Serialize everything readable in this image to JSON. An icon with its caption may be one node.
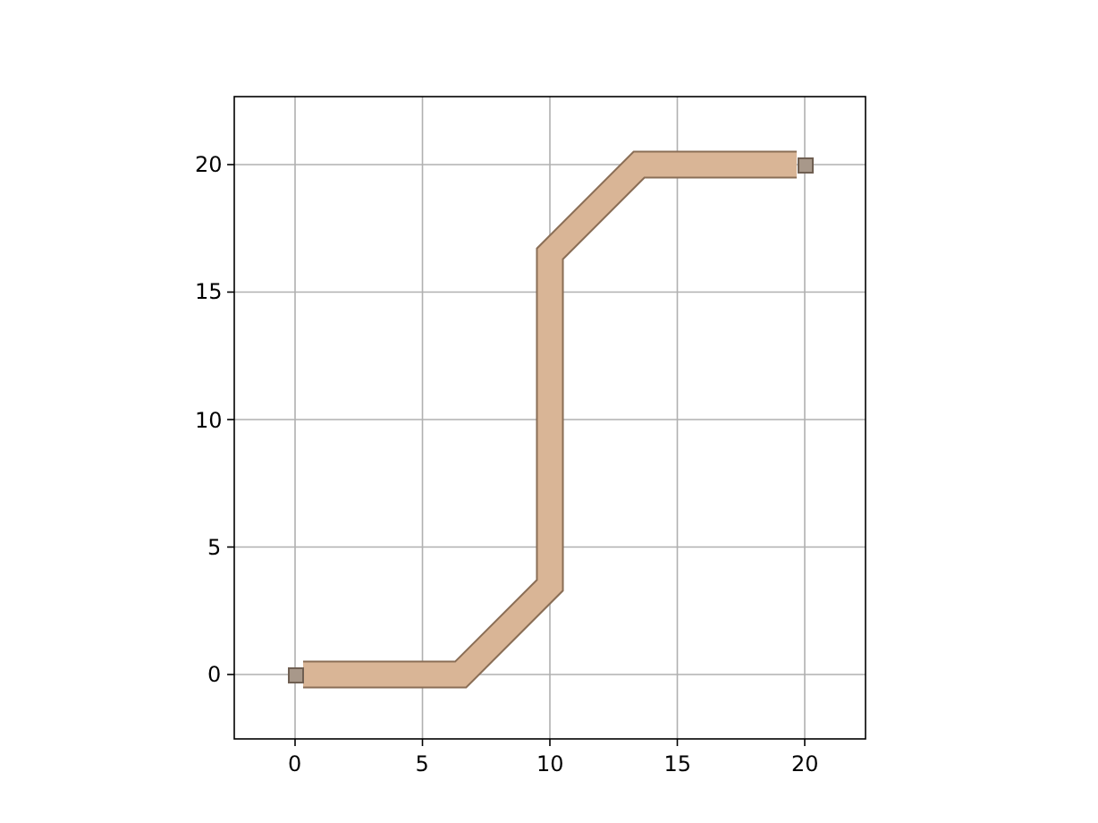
{
  "diagram": {
    "nodes": [
      {
        "text": [],
        "shape": "box"
      },
      {
        "text": [],
        "shape": "box"
      }
    ],
    "edges": [
      {
        "from": 0,
        "to": 1,
        "arrow": "none"
      }
    ],
    "labels": [
      "20",
      "15",
      "10",
      "5",
      "0",
      "0",
      "5",
      "10",
      "15",
      "20"
    ]
  }
}
